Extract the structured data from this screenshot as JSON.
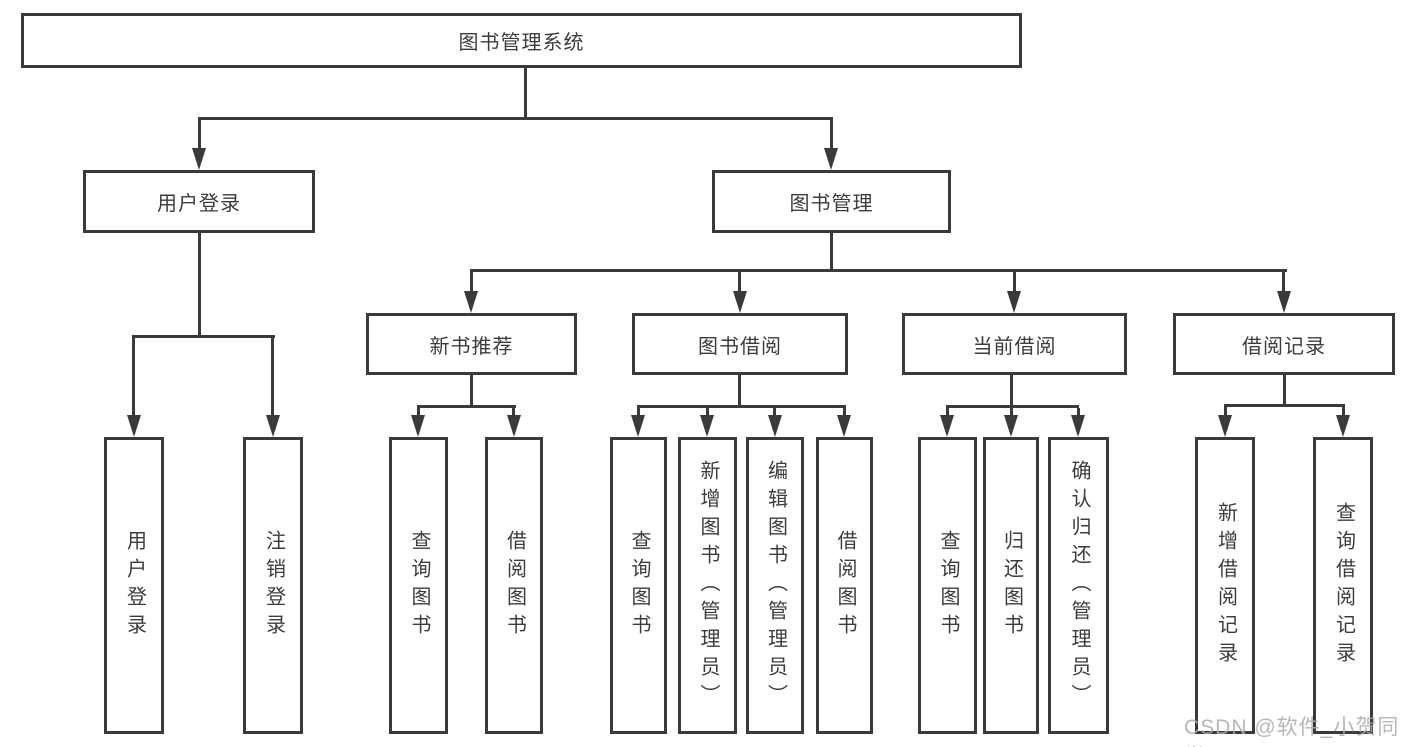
{
  "tree": {
    "label": "图书管理系统",
    "children": [
      {
        "label": "用户登录",
        "children": [
          {
            "label": "用户登录"
          },
          {
            "label": "注销登录"
          }
        ]
      },
      {
        "label": "图书管理",
        "children": [
          {
            "label": "新书推荐",
            "children": [
              {
                "label": "查询图书"
              },
              {
                "label": "借阅图书"
              }
            ]
          },
          {
            "label": "图书借阅",
            "children": [
              {
                "label": "查询图书"
              },
              {
                "label": "新增图书（管理员）"
              },
              {
                "label": "编辑图书（管理员）"
              },
              {
                "label": "借阅图书"
              }
            ]
          },
          {
            "label": "当前借阅",
            "children": [
              {
                "label": "查询图书"
              },
              {
                "label": "归还图书"
              },
              {
                "label": "确认归还（管理员）"
              }
            ]
          },
          {
            "label": "借阅记录",
            "children": [
              {
                "label": "新增借阅记录"
              },
              {
                "label": "查询借阅记录"
              }
            ]
          }
        ]
      }
    ]
  },
  "watermark": {
    "text": "CSDN @软件_小贺同学"
  },
  "colors": {
    "line": "#3a3a3a",
    "text": "#3c3c3c",
    "background": "#ffffff",
    "watermark": "#ababab"
  }
}
